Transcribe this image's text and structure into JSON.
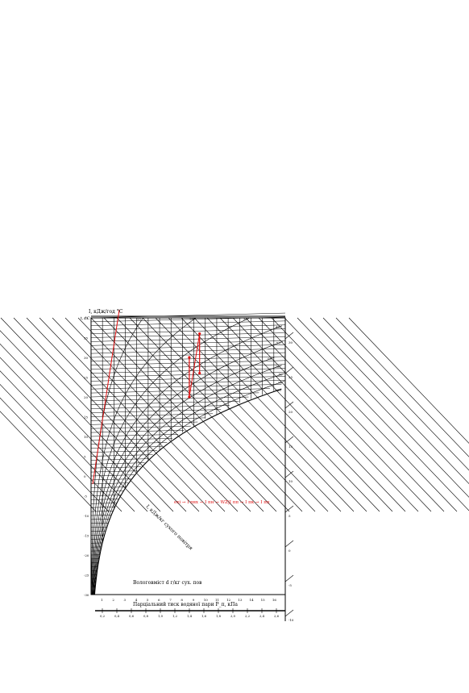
{
  "chart_data": {
    "type": "psychrometric",
    "enthalpy_label": "I, кДж/год °С",
    "temperature_label": "t, °C",
    "temperature_ticks": [
      40,
      35,
      30,
      25,
      20,
      15,
      10,
      5,
      0,
      -5,
      -10,
      -15,
      -20,
      -25,
      -30
    ],
    "humidity_label": "Вологовміст d г/кг сух. пов",
    "humidity_ticks": [
      1,
      2,
      3,
      4,
      5,
      6,
      7,
      8,
      9,
      10,
      11,
      12,
      13,
      14,
      15,
      16
    ],
    "pressure_label": "Парціальний тиск водяної пари P_п, кПа",
    "pressure_ticks": [
      "0,2",
      "0,4",
      "0,6",
      "0,8",
      "1,0",
      "1,2",
      "1,4",
      "1,6",
      "1,8",
      "2,0",
      "2,2",
      "2,4",
      "2,6"
    ],
    "enthalpy_diagonal_label": "І, кДж/кг сухого повітря",
    "rh_labels": [
      "100",
      "90",
      "80",
      "70",
      "60",
      "50",
      "40",
      "30",
      "20",
      "10"
    ],
    "right_scale_ticks": [
      "30",
      "25",
      "20",
      "15",
      "10",
      "5",
      "0",
      "-5",
      "-10"
    ],
    "legend_text": "exi → I пвх → I пн → WZ|I пп → I пк → I пп",
    "colors": {
      "lines": "#000000",
      "process": "#e01010"
    },
    "t_range": [
      -30,
      40
    ],
    "d_range": [
      0,
      17
    ],
    "process_points": [
      {
        "d": 8.6,
        "t": 20
      },
      {
        "d": 8.6,
        "t": 30
      },
      {
        "d": 9.5,
        "t": 26
      },
      {
        "d": 9.5,
        "t": 36
      }
    ]
  }
}
